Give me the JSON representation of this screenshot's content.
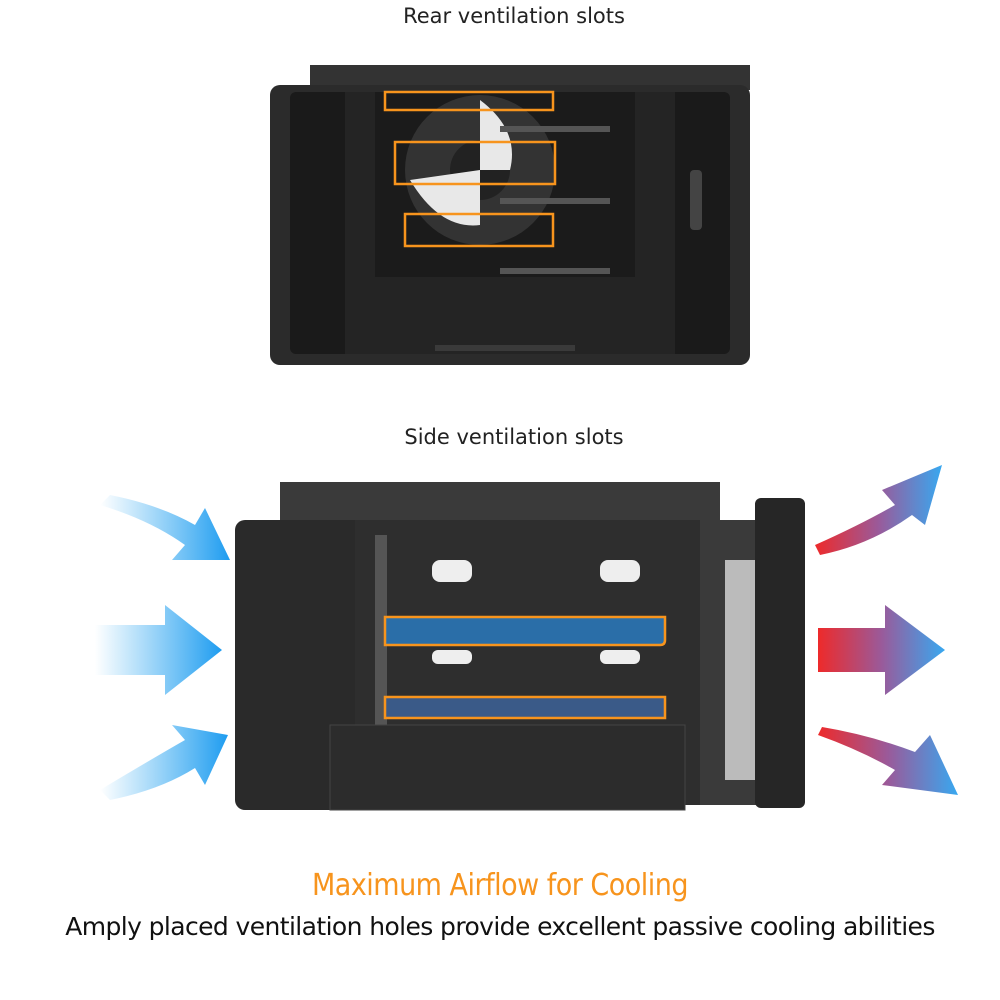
{
  "labels": {
    "rear": "Rear ventilation slots",
    "side": "Side ventilation slots"
  },
  "headline": "Maximum Airflow for Cooling",
  "description": "Amply placed ventilation holes provide excellent passive cooling abilities",
  "colors": {
    "accent": "#f7941d",
    "intake_arrow": "#2aa6f0",
    "exhaust_hot": "#ee2a2a",
    "exhaust_cool": "#3aa8f0",
    "enclosure": "#2b2b2b"
  }
}
